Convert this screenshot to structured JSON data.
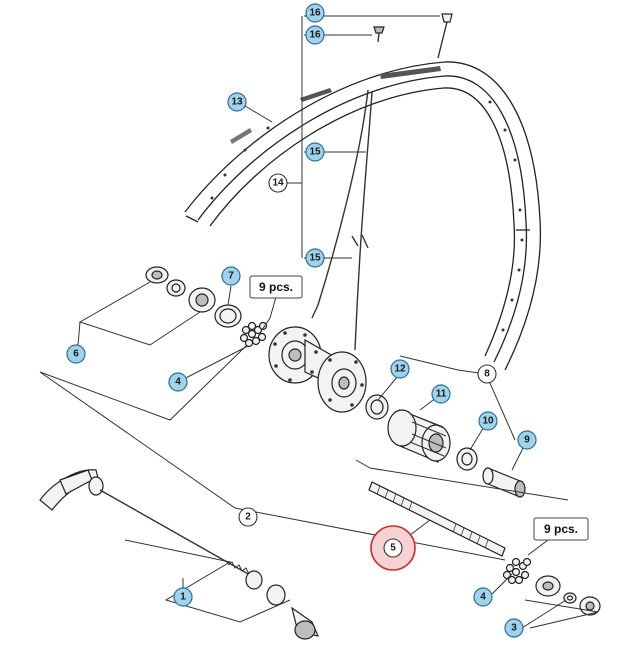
{
  "diagram": {
    "callouts": [
      {
        "id": "c16a",
        "label": "16",
        "style": "blue"
      },
      {
        "id": "c16b",
        "label": "16",
        "style": "blue"
      },
      {
        "id": "c13",
        "label": "13",
        "style": "blue"
      },
      {
        "id": "c15a",
        "label": "15",
        "style": "blue"
      },
      {
        "id": "c14",
        "label": "14",
        "style": "plain"
      },
      {
        "id": "c15b",
        "label": "15",
        "style": "blue"
      },
      {
        "id": "c7",
        "label": "7",
        "style": "blue"
      },
      {
        "id": "c6",
        "label": "6",
        "style": "blue"
      },
      {
        "id": "c4a",
        "label": "4",
        "style": "blue"
      },
      {
        "id": "c12",
        "label": "12",
        "style": "blue"
      },
      {
        "id": "c8",
        "label": "8",
        "style": "plain"
      },
      {
        "id": "c11",
        "label": "11",
        "style": "blue"
      },
      {
        "id": "c10",
        "label": "10",
        "style": "blue"
      },
      {
        "id": "c9",
        "label": "9",
        "style": "blue"
      },
      {
        "id": "c2",
        "label": "2",
        "style": "plain"
      },
      {
        "id": "c5",
        "label": "5",
        "style": "highlight"
      },
      {
        "id": "c1",
        "label": "1",
        "style": "blue"
      },
      {
        "id": "c4b",
        "label": "4",
        "style": "blue"
      },
      {
        "id": "c3",
        "label": "3",
        "style": "blue"
      }
    ],
    "notes": [
      {
        "id": "n1",
        "text": "9 pcs."
      },
      {
        "id": "n2",
        "text": "9 pcs."
      }
    ],
    "colors": {
      "callout_fill": "#9fd3ec",
      "callout_stroke": "#2a6f96",
      "highlight_fill": "#f6d3d3",
      "highlight_stroke": "#d12b2b"
    }
  }
}
